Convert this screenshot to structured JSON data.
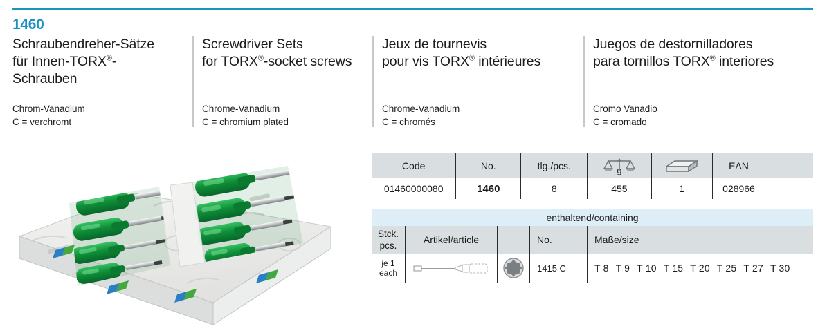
{
  "accent_color": "#1a93bf",
  "article_number": "1460",
  "languages": [
    {
      "code": "de",
      "title_line1": "Schraubendreher-Sätze",
      "title_line2_pre": "für Innen-TORX",
      "title_line2_post": "-",
      "title_line3": "Schrauben",
      "material": "Chrom-Vanadium",
      "finish": "C = verchromt"
    },
    {
      "code": "en",
      "title_line1": "Screwdriver Sets",
      "title_line2_pre": "for TORX",
      "title_line2_post": "-socket screws",
      "title_line3": "",
      "material": "Chrome-Vanadium",
      "finish": "C = chromium plated"
    },
    {
      "code": "fr",
      "title_line1": "Jeux de tournevis",
      "title_line2_pre": "pour vis TORX",
      "title_line2_post": " intérieures",
      "title_line3": "",
      "material": "Chrome-Vanadium",
      "finish": "C = chromés"
    },
    {
      "code": "es",
      "title_line1": "Juegos de destornilladores",
      "title_line2_pre": "para tornillos TORX",
      "title_line2_post": " interiores",
      "title_line3": "",
      "material": "Cromo Vanadio",
      "finish": "C = cromado"
    }
  ],
  "registered_mark": "®",
  "main_table": {
    "headers": {
      "code": "Code",
      "no": "No.",
      "pieces": "tlg./pcs.",
      "weight_icon": "balance-scale-grams-icon",
      "weight_unit": "g",
      "packaging_icon": "packaging-box-icon",
      "ean": "EAN",
      "blank": ""
    },
    "row": {
      "code": "01460000080",
      "no": "1460",
      "pieces": "8",
      "weight": "455",
      "packaging": "1",
      "ean": "028966",
      "blank": ""
    }
  },
  "contain_table": {
    "band_label": "enthaltend/containing",
    "headers": {
      "pcs_line1": "Stck.",
      "pcs_line2": "pcs.",
      "article": "Artikel/article",
      "icon": "torx-star-icon",
      "no": "No.",
      "size": "Maße/size"
    },
    "row": {
      "pcs": "je 1 each",
      "article_icon": "screwdriver-outline-icon",
      "torx_icon": "torx-star-icon",
      "no": "1415 C",
      "sizes": [
        "T 8",
        "T 9",
        "T 10",
        "T 15",
        "T 20",
        "T 25",
        "T 27",
        "T 30"
      ]
    }
  },
  "photo": {
    "alt": "screwdriver-set-in-box-photo",
    "handle_color": "#1a9b45",
    "box_color": "#ffffff"
  }
}
